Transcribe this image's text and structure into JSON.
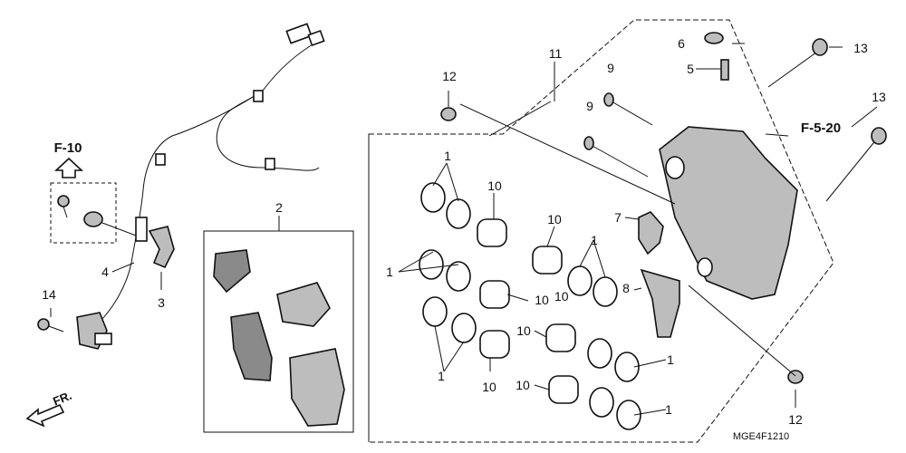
{
  "labels": {
    "l1a": "1",
    "l1b": "1",
    "l1c": "1",
    "l1d": "1",
    "l1e": "1",
    "l1f": "1",
    "l2": "2",
    "l3": "3",
    "l4": "4",
    "l5": "5",
    "l6": "6",
    "l7": "7",
    "l8": "8",
    "l9a": "9",
    "l9b": "9",
    "l10a": "10",
    "l10b": "10",
    "l10c": "10",
    "l10d": "10",
    "l10e": "10",
    "l10f": "10",
    "l10g": "10",
    "l11": "11",
    "l12a": "12",
    "l12b": "12",
    "l13a": "13",
    "l13b": "13",
    "l14": "14"
  },
  "refs": {
    "f10": "F-10",
    "f520": "F-5-20"
  },
  "fr_label": "FR.",
  "code": "MGE4F1210",
  "colors": {
    "line": "#111111",
    "part_fill": "#bdbdbd",
    "pad_fill": "#8a8a8a"
  }
}
